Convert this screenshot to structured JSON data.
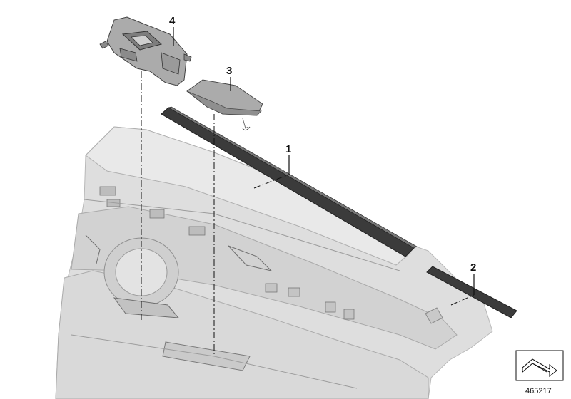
{
  "callouts": {
    "c1": "1",
    "c2": "2",
    "c3": "3",
    "c4": "4"
  },
  "document_id": "465217",
  "icon": "orientation-arrow-icon",
  "colors": {
    "panel": "#dedede",
    "panel_shadow": "#c6c6c6",
    "strip": "#3b3b3b",
    "part_grey": "#a9a9a9",
    "lines": "#111111"
  }
}
